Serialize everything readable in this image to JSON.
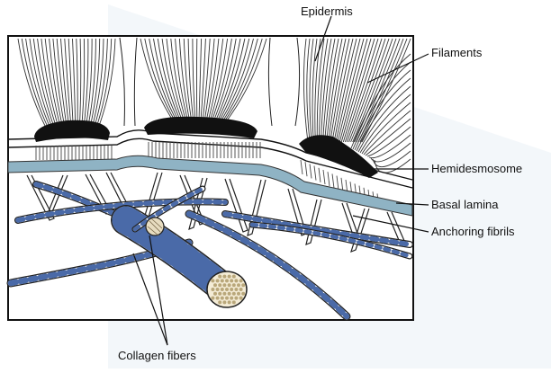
{
  "labels": {
    "epidermis": "Epidermis",
    "filaments": "Filaments",
    "hemidesmosome": "Hemidesmosome",
    "basal_lamina": "Basal lamina",
    "anchoring_fibrils": "Anchoring fibrils",
    "collagen_fibers": "Collagen fibers"
  },
  "colors": {
    "outline": "#111111",
    "basal_lamina": "#8fb3c4",
    "collagen_stripe": "#4a6aa8",
    "background_triangle": "#eef3f8"
  }
}
